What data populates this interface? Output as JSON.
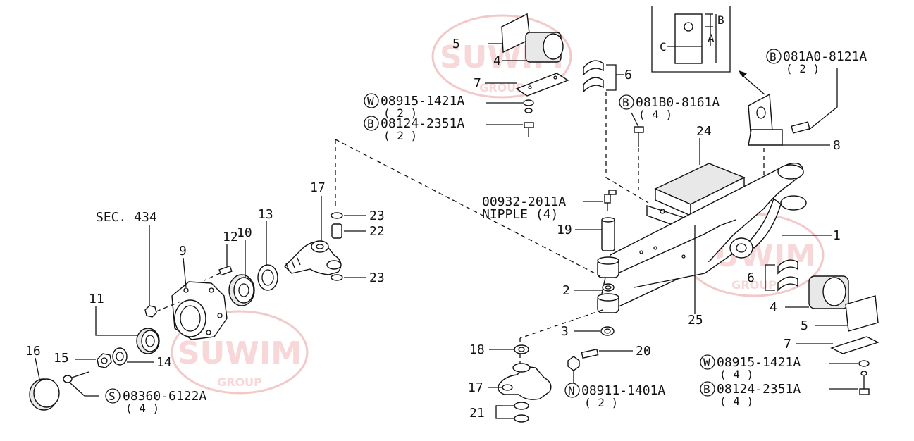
{
  "watermark": {
    "brand": "SUWIM",
    "sub": "GROUP",
    "color": "#e89a9a"
  },
  "callouts": {
    "n1": "1",
    "n2": "2",
    "n3": "3",
    "n4a": "4",
    "n4b": "4",
    "n5a": "5",
    "n5b": "5",
    "n6a": "6",
    "n6b": "6",
    "n7a": "7",
    "n7b": "7",
    "n8": "8",
    "n9": "9",
    "n10": "10",
    "n11": "11",
    "n12": "12",
    "n13": "13",
    "n14": "14",
    "n15": "15",
    "n16": "16",
    "n17a": "17",
    "n17b": "17",
    "n18": "18",
    "n19": "19",
    "n20": "20",
    "n21": "21",
    "n22": "22",
    "n23a": "23",
    "n23b": "23",
    "n24": "24",
    "n25": "25"
  },
  "sec_ref": "SEC. 434",
  "nipple": {
    "part": "00932-2011A",
    "name": "NIPPLE (4)"
  },
  "fasteners": {
    "w_top": {
      "prefix": "W",
      "part": "08915-1421A",
      "qty": "( 2 )"
    },
    "b_top": {
      "prefix": "B",
      "part": "08124-2351A",
      "qty": "( 2 )"
    },
    "b_081b0": {
      "prefix": "B",
      "part": "081B0-8161A",
      "qty": "( 4 )"
    },
    "b_081a0": {
      "prefix": "B",
      "part": "081A0-8121A",
      "qty": "( 2 )"
    },
    "s_08360": {
      "prefix": "S",
      "part": "08360-6122A",
      "qty": "( 4 )"
    },
    "n_08911": {
      "prefix": "N",
      "part": "08911-1401A",
      "qty": "( 2 )"
    },
    "w_bot": {
      "prefix": "W",
      "part": "08915-1421A",
      "qty": "( 4 )"
    },
    "b_bot": {
      "prefix": "B",
      "part": "08124-2351A",
      "qty": "( 4 )"
    }
  },
  "inset": {
    "a": "A",
    "b": "B",
    "c": "C"
  }
}
